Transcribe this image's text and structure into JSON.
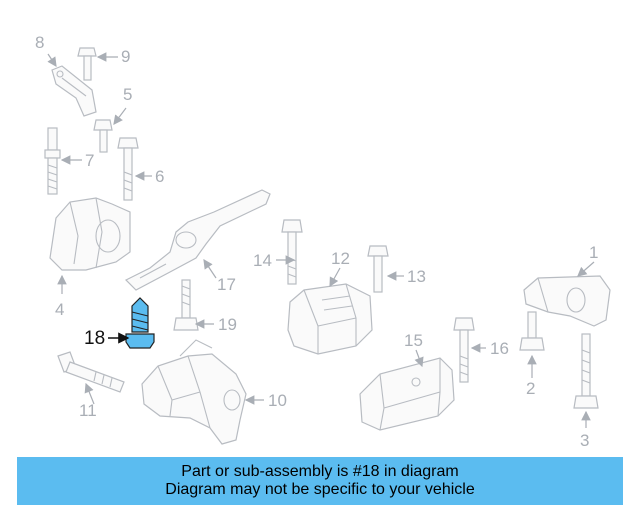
{
  "callouts": [
    "1",
    "2",
    "3",
    "4",
    "5",
    "6",
    "7",
    "8",
    "9",
    "10",
    "11",
    "12",
    "13",
    "14",
    "15",
    "16",
    "17",
    "18",
    "19"
  ],
  "highlighted_callout": "18",
  "highlight_color": "#5bbcf0",
  "banner": {
    "line1": "Part or sub-assembly is #18 in diagram",
    "line2": "Diagram may not be specific to your vehicle"
  }
}
